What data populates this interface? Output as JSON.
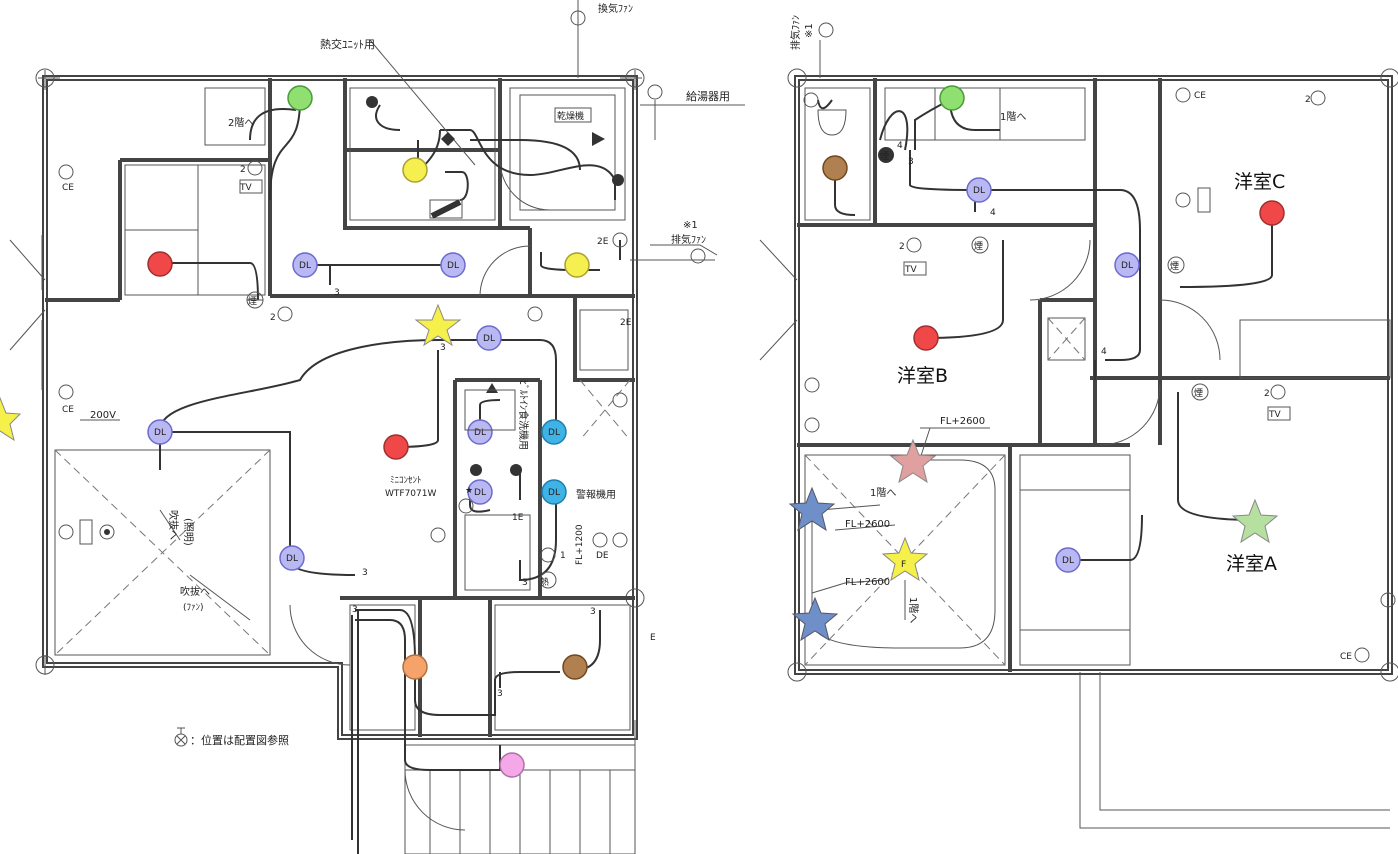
{
  "labels": {
    "heat_unit": "熱交ﾕﾆｯﾄ用",
    "water_heater": "給湯器用",
    "vent_fan_top": "換気ﾌｧﾝ",
    "note_exhaust_mark": "※1",
    "exhaust_fan": "排気ﾌｧﾝ",
    "exhaust_fan_2f": "排気ﾌｧﾝ",
    "note_2f": "※1",
    "dryer": "乾燥機",
    "to_2f": "2階へ",
    "to_1f": "1階へ",
    "to_1f_b": "1階へ",
    "to_1f_c": "1階へ",
    "v200": "200V",
    "fukinuke_light_a": "吹抜へ",
    "fukinuke_light_b": "(照明)",
    "fukinuke_fan_a": "吹抜へ",
    "fukinuke_fan_b": "(ﾌｧﾝ)",
    "dishwasher": "ﾋﾞﾙﾄｲﾝ食洗機用",
    "mini_outlet_a": "ﾐﾆｺﾝｾﾝﾄ",
    "mini_outlet_b": "WTF7071W",
    "alarm": "警報機用",
    "fl1200": "FL+1200",
    "fl2600_a": "FL+2600",
    "fl2600_b": "FL+2600",
    "fl2600_c": "FL+2600",
    "legend_note": "：位置は配置図参照",
    "room_a": "洋室A",
    "room_b": "洋室B",
    "room_c": "洋室C",
    "tv": "TV",
    "dl": "DL",
    "ce": "CE",
    "two": "2",
    "three": "3",
    "four": "4",
    "two_e": "2E",
    "smoke": "煙",
    "heat": "熱",
    "fan_f": "F",
    "de": "DE",
    "e": "E",
    "ie": "1E"
  },
  "colors": {
    "dl_fill": "#b9b8f2",
    "dl_stroke": "#6c6ccf",
    "dl_cyan": "#3fb3e6",
    "red": "#f04848",
    "green": "#8fe070",
    "yellow": "#f5f050",
    "orange": "#f5a36a",
    "brown": "#b08050",
    "pink": "#f5a8e8",
    "star_yellow": "#f6f04a",
    "star_blue": "#6f8fc8",
    "star_pink": "#e0a0a0",
    "star_green": "#b6e0a0"
  }
}
